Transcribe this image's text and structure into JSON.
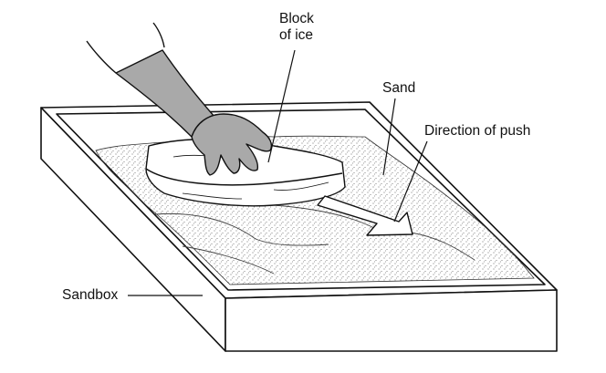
{
  "diagram": {
    "labels": {
      "block_of_ice_line1": "Block",
      "block_of_ice_line2": "of ice",
      "sand": "Sand",
      "direction_of_push": "Direction of push",
      "sandbox": "Sandbox"
    },
    "colors": {
      "ink": "#111111",
      "glove": "#a9a9a9",
      "sand_dots": "#555555",
      "background": "#ffffff"
    }
  }
}
